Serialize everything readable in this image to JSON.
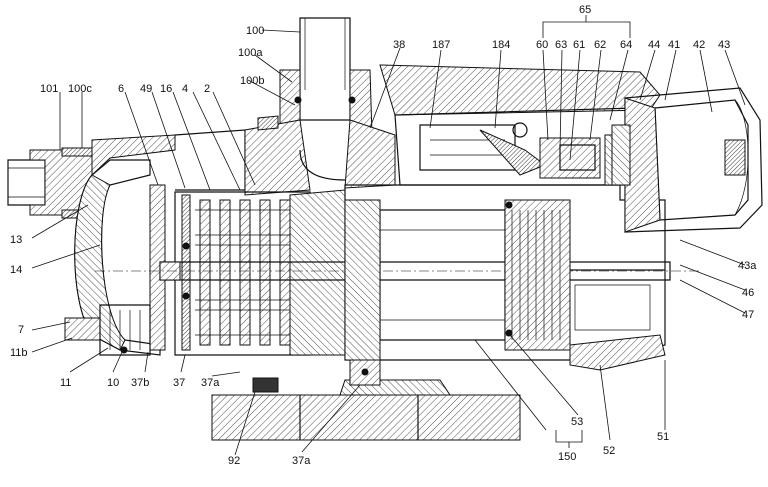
{
  "figure": {
    "background": "#ffffff",
    "ink": "#111111",
    "labels": [
      {
        "id": "100",
        "text": "100"
      },
      {
        "id": "100a",
        "text": "100a"
      },
      {
        "id": "100b",
        "text": "100b"
      },
      {
        "id": "101",
        "text": "101"
      },
      {
        "id": "100c",
        "text": "100c"
      },
      {
        "id": "6",
        "text": "6"
      },
      {
        "id": "49",
        "text": "49"
      },
      {
        "id": "16",
        "text": "16"
      },
      {
        "id": "4",
        "text": "4"
      },
      {
        "id": "2",
        "text": "2"
      },
      {
        "id": "38",
        "text": "38"
      },
      {
        "id": "187",
        "text": "187"
      },
      {
        "id": "184",
        "text": "184"
      },
      {
        "id": "65",
        "text": "65"
      },
      {
        "id": "60",
        "text": "60"
      },
      {
        "id": "63",
        "text": "63"
      },
      {
        "id": "61",
        "text": "61"
      },
      {
        "id": "62",
        "text": "62"
      },
      {
        "id": "64",
        "text": "64"
      },
      {
        "id": "44",
        "text": "44"
      },
      {
        "id": "41",
        "text": "41"
      },
      {
        "id": "42",
        "text": "42"
      },
      {
        "id": "43",
        "text": "43"
      },
      {
        "id": "13",
        "text": "13"
      },
      {
        "id": "14",
        "text": "14"
      },
      {
        "id": "7",
        "text": "7"
      },
      {
        "id": "11b",
        "text": "11b"
      },
      {
        "id": "11",
        "text": "11"
      },
      {
        "id": "10",
        "text": "10"
      },
      {
        "id": "37b",
        "text": "37b"
      },
      {
        "id": "37",
        "text": "37"
      },
      {
        "id": "37a",
        "text": "37a"
      },
      {
        "id": "37a_lower",
        "text": "37a"
      },
      {
        "id": "92",
        "text": "92"
      },
      {
        "id": "53",
        "text": "53"
      },
      {
        "id": "150",
        "text": "150"
      },
      {
        "id": "52",
        "text": "52"
      },
      {
        "id": "51",
        "text": "51"
      },
      {
        "id": "43a",
        "text": "43a"
      },
      {
        "id": "46",
        "text": "46"
      },
      {
        "id": "47",
        "text": "47"
      }
    ]
  }
}
